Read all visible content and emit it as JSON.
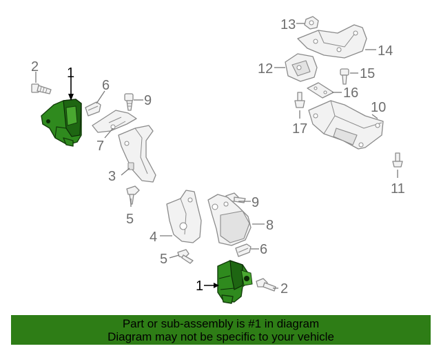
{
  "callouts": {
    "c1_top": "1",
    "c1_bottom": "1",
    "c2_top": "2",
    "c2_bottom": "2",
    "c3": "3",
    "c4": "4",
    "c5_top": "5",
    "c5_bottom": "5",
    "c6_top": "6",
    "c6_bottom": "6",
    "c7": "7",
    "c8": "8",
    "c9_top": "9",
    "c9_bottom": "9",
    "c10": "10",
    "c11": "11",
    "c12": "12",
    "c13": "13",
    "c14": "14",
    "c15": "15",
    "c16": "16",
    "c17": "17"
  },
  "banner": {
    "line1": "Part or sub-assembly is #1 in diagram",
    "line2": "Diagram may not be specific to your vehicle"
  },
  "colors": {
    "highlight_part": "#2f8a1e",
    "banner_background": "#2e7d16",
    "other_parts": "#8a8a8a"
  }
}
